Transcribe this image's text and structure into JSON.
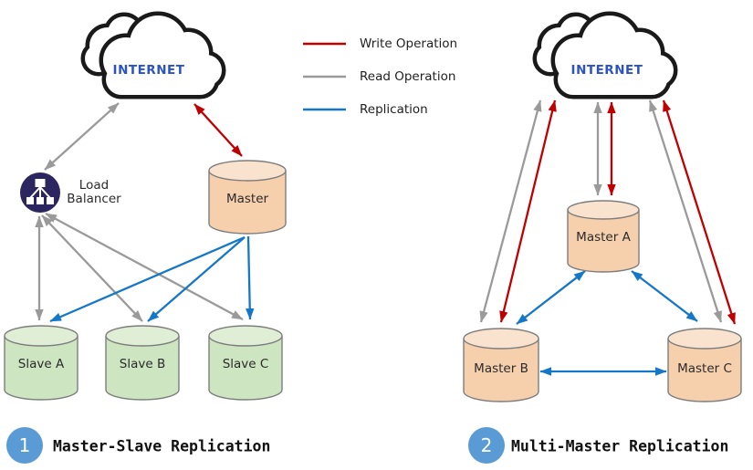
{
  "legend": {
    "items": [
      {
        "label": "Write Operation",
        "color": "#C00000"
      },
      {
        "label": "Read Operation",
        "color": "#9A9A9A"
      },
      {
        "label": "Replication",
        "color": "#1577C8"
      }
    ]
  },
  "left_diagram": {
    "badge_number": "1",
    "title": "Master-Slave Replication",
    "internet_label": "INTERNET",
    "load_balancer": {
      "line1": "Load",
      "line2": "Balancer"
    },
    "master_label": "Master",
    "slave_a_label": "Slave A",
    "slave_b_label": "Slave B",
    "slave_c_label": "Slave C"
  },
  "right_diagram": {
    "badge_number": "2",
    "title": "Multi-Master Replication",
    "internet_label": "INTERNET",
    "master_a_label": "Master A",
    "master_b_label": "Master B",
    "master_c_label": "Master C"
  },
  "colors": {
    "write_operation_arrow": "#C00000",
    "read_operation_arrow": "#9A9A9A",
    "replication_arrow": "#1577C8",
    "internet_text": "#2B52C6",
    "master_cylinder_fill": "#F6CFAC",
    "master_cylinder_top": "#FAE3CE",
    "slave_cylinder_fill": "#CDE5C0",
    "slave_cylinder_top": "#DFEED5",
    "cylinder_outline": "#7D7D7D",
    "load_balancer_fill": "#2B2660",
    "badge_fill": "#5B9BD5",
    "cloud_outline": "#1A1A1A"
  }
}
